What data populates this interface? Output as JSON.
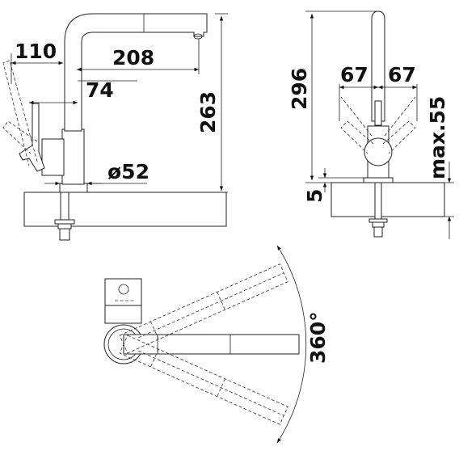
{
  "dimensions": {
    "side_view": {
      "lever_offset": "110",
      "spout_reach": "208",
      "body_offset": "74",
      "height": "263",
      "base_diameter": "ø52"
    },
    "front_view": {
      "height": "296",
      "lever_left": "67",
      "lever_right": "67",
      "deck_thickness": "5",
      "max_deck": "max.55"
    },
    "top_view": {
      "rotation": "360°"
    }
  }
}
